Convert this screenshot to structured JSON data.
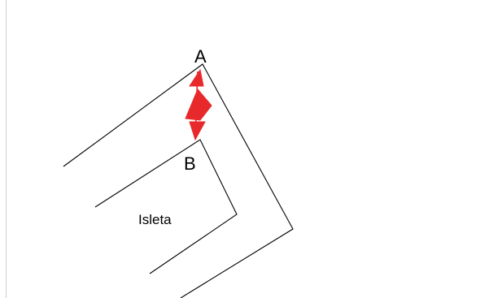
{
  "diagram": {
    "labels": {
      "point_a": "A",
      "point_b": "B",
      "region": "Isleta"
    },
    "colors": {
      "line": "#000000",
      "arrow": "#e8292b",
      "left_border": "#cfcfcf",
      "background": "#ffffff"
    }
  }
}
